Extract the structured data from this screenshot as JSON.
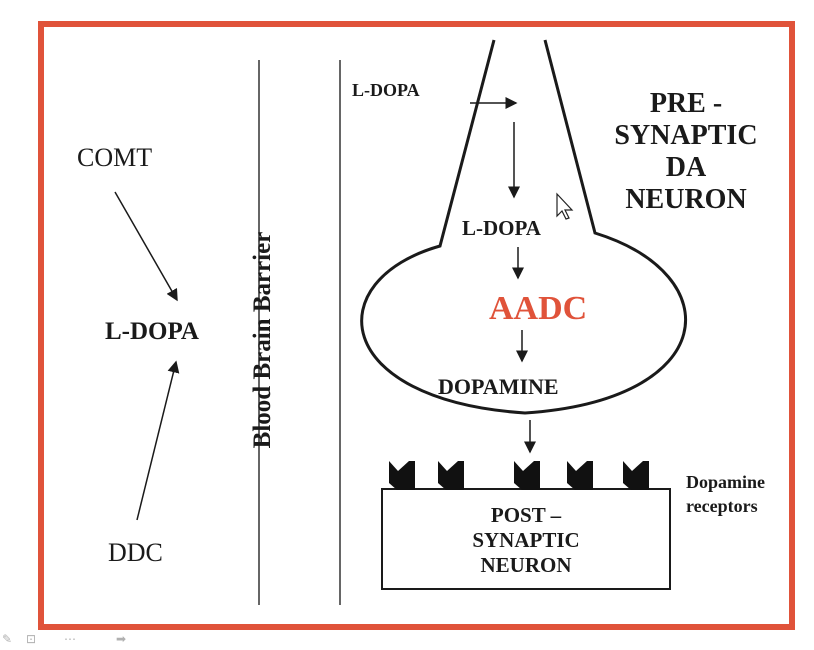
{
  "left": {
    "comt": "COMT",
    "l_dopa": "L-DOPA",
    "ddc": "DDC"
  },
  "barrier": {
    "label": "Blood Brain Barrier"
  },
  "neuron": {
    "l_dopa_top": "L-DOPA",
    "l_dopa_inner": "L-DOPA",
    "enzyme": "AADC",
    "dopamine": "DOPAMINE",
    "pre_synaptic_lines": [
      "PRE -",
      "SYNAPTIC",
      "DA",
      "NEURON"
    ],
    "receptors_lines": [
      "Dopamine",
      "receptors"
    ],
    "post_synaptic_lines": [
      "POST –",
      "SYNAPTIC",
      "NEURON"
    ]
  },
  "colors": {
    "frame": "#e0533a",
    "enzyme": "#e0533a",
    "ink": "#1a1a1a"
  },
  "player_controls": [
    "pen-icon",
    "slides-icon",
    "more-icon",
    "next-icon"
  ]
}
